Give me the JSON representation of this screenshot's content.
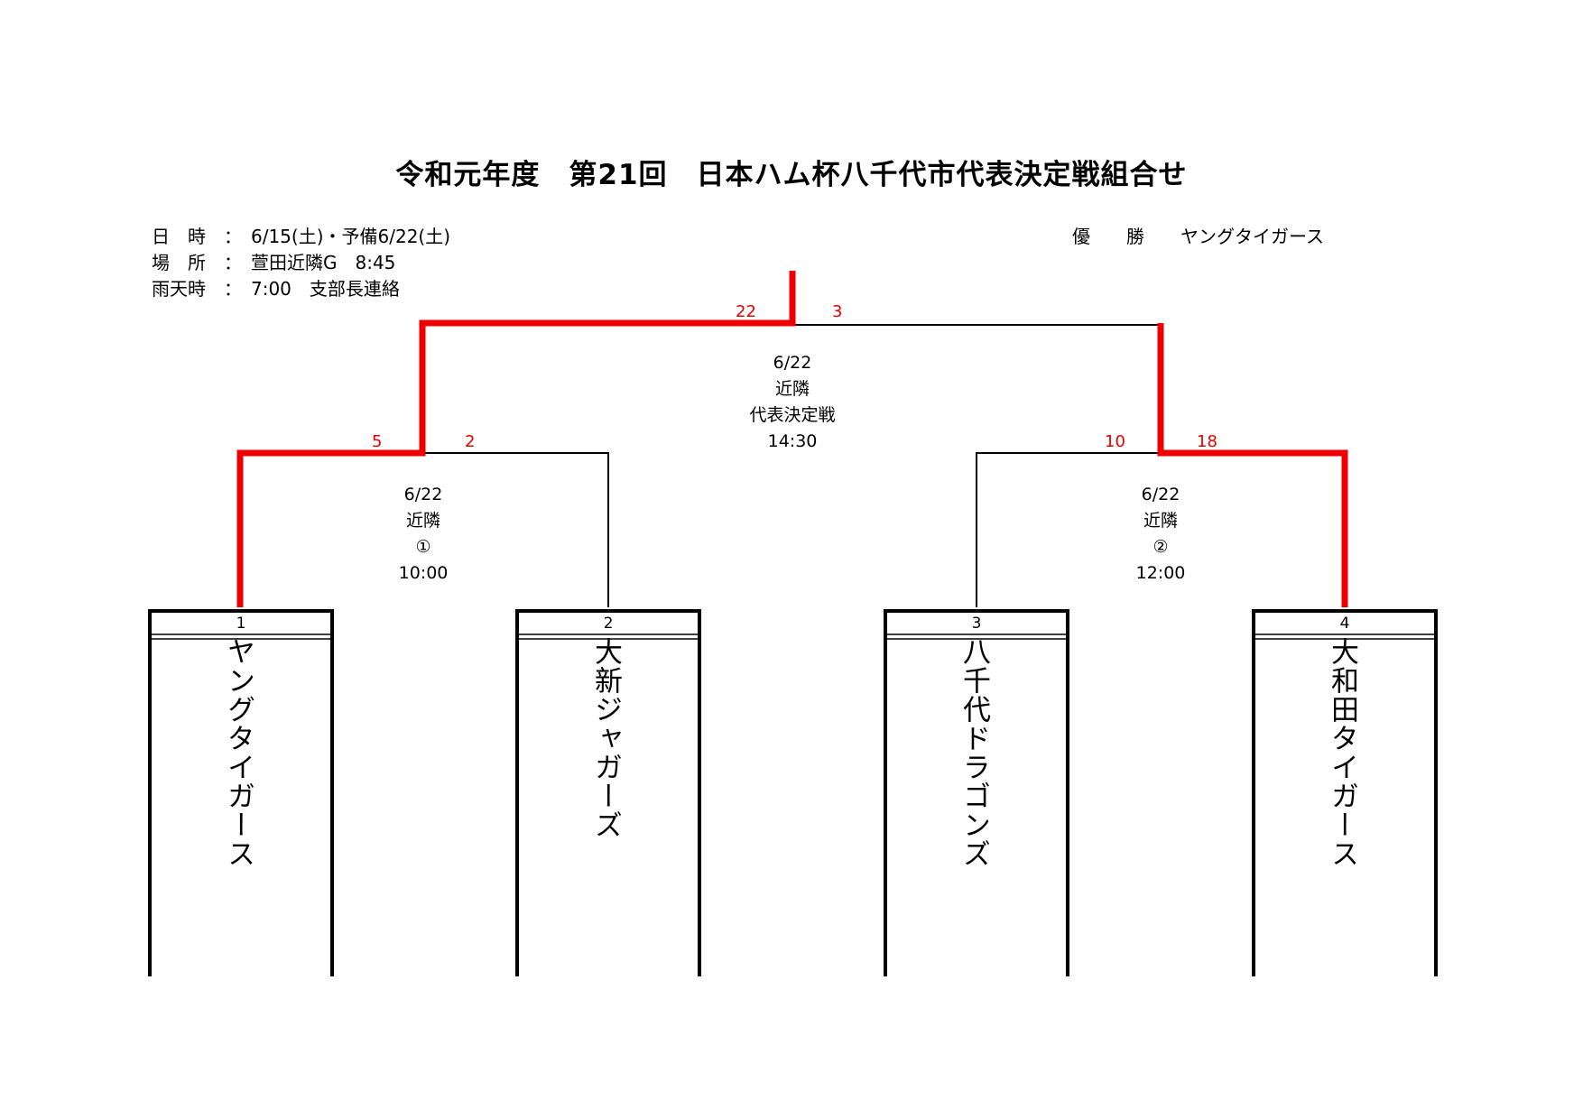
{
  "title": "令和元年度　第21回　日本ハム杯八千代市代表決定戦組合せ",
  "info": {
    "date": "日　時　：　6/15(土)・予備6/22(土)",
    "place": "場　所　：　萱田近隣G　8:45",
    "rain": "雨天時　：　7:00　支部長連絡"
  },
  "winner": "優　　勝　　ヤングタイガース",
  "colors": {
    "winner_line": "#ee0000",
    "line": "#000000",
    "score": "#e00000"
  },
  "final": {
    "date": "6/22",
    "place": "近隣",
    "label": "代表決定戦",
    "time": "14:30",
    "score_left": "22",
    "score_right": "3"
  },
  "semis": [
    {
      "date": "6/22",
      "place": "近隣",
      "label": "①",
      "time": "10:00",
      "score_left": "5",
      "score_right": "2"
    },
    {
      "date": "6/22",
      "place": "近隣",
      "label": "②",
      "time": "12:00",
      "score_left": "10",
      "score_right": "18"
    }
  ],
  "teams": [
    {
      "num": "1",
      "name": "ヤングタイガース"
    },
    {
      "num": "2",
      "name": "大新ジャガーズ"
    },
    {
      "num": "3",
      "name": "八千代ドラゴンズ"
    },
    {
      "num": "4",
      "name": "大和田タイガース"
    }
  ]
}
